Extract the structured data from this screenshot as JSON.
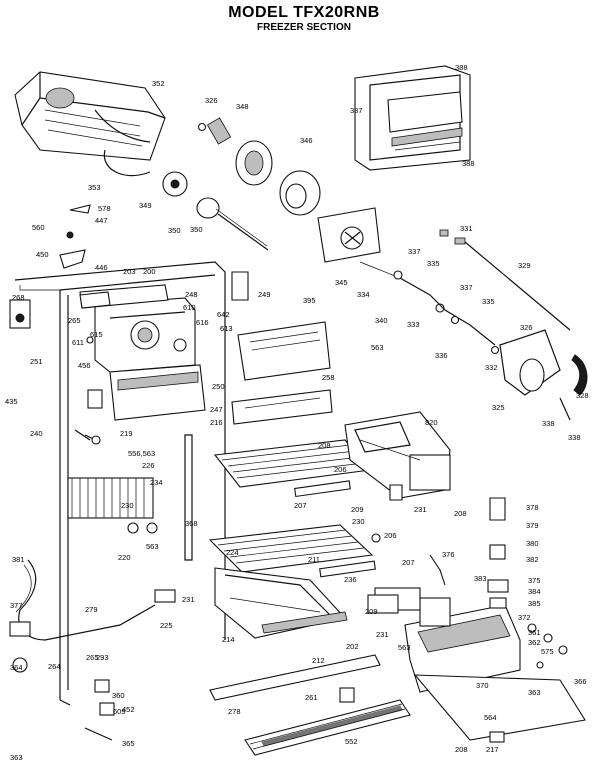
{
  "header": {
    "title": "MODEL TFX20RNB",
    "subtitle": "FREEZER SECTION"
  },
  "parts": [
    "352",
    "326",
    "348",
    "346",
    "387",
    "388",
    "388",
    "353",
    "349",
    "350",
    "578",
    "447",
    "560",
    "450",
    "446",
    "350",
    "331",
    "337",
    "335",
    "329",
    "337",
    "335",
    "345",
    "334",
    "340",
    "333",
    "336",
    "332",
    "326",
    "325",
    "328",
    "338",
    "338",
    "268",
    "203",
    "200",
    "248",
    "249",
    "395",
    "611",
    "615",
    "610",
    "616",
    "642",
    "613",
    "563",
    "265",
    "251",
    "456",
    "250",
    "258",
    "435",
    "247",
    "216",
    "240",
    "219",
    "556,563",
    "820",
    "226",
    "234",
    "208",
    "206",
    "230",
    "207",
    "209",
    "231",
    "368",
    "563",
    "220",
    "230",
    "206",
    "208",
    "378",
    "379",
    "380",
    "382",
    "381",
    "224",
    "211",
    "207",
    "376",
    "383",
    "375",
    "384",
    "385",
    "377",
    "279",
    "225",
    "214",
    "231",
    "236",
    "209",
    "231",
    "372",
    "361",
    "362",
    "563",
    "370",
    "575",
    "364",
    "264",
    "265",
    "293",
    "202",
    "212",
    "217",
    "363",
    "366",
    "360",
    "609",
    "452",
    "261",
    "278",
    "564",
    "365",
    "552",
    "208",
    "363"
  ],
  "colors": {
    "ink": "#111111",
    "paper": "#ffffff",
    "shade": "#bdbdbd"
  }
}
